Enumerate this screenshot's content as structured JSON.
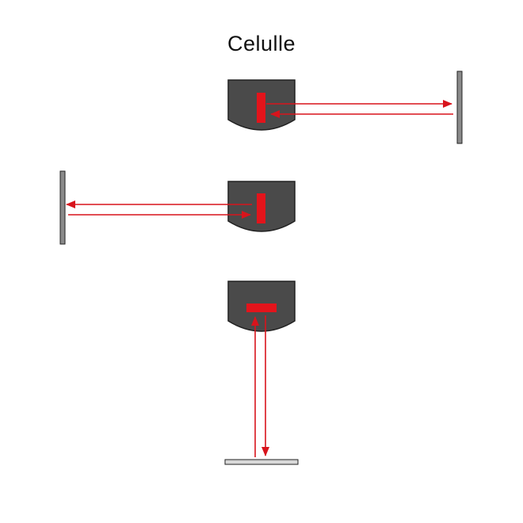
{
  "diagram": {
    "title": "Celulle",
    "colors": {
      "cell_body": "#4a4a4a",
      "cell_outline": "#222222",
      "emitter": "#e3141b",
      "beam": "#d8141c",
      "reflector_fill": "#8a8a8a",
      "reflector_outline": "#222222",
      "background": "#ffffff"
    },
    "elements": {
      "cells": [
        "cell-top",
        "cell-middle",
        "cell-bottom"
      ],
      "reflectors": [
        "reflector-right",
        "reflector-left",
        "reflector-bottom"
      ]
    }
  }
}
